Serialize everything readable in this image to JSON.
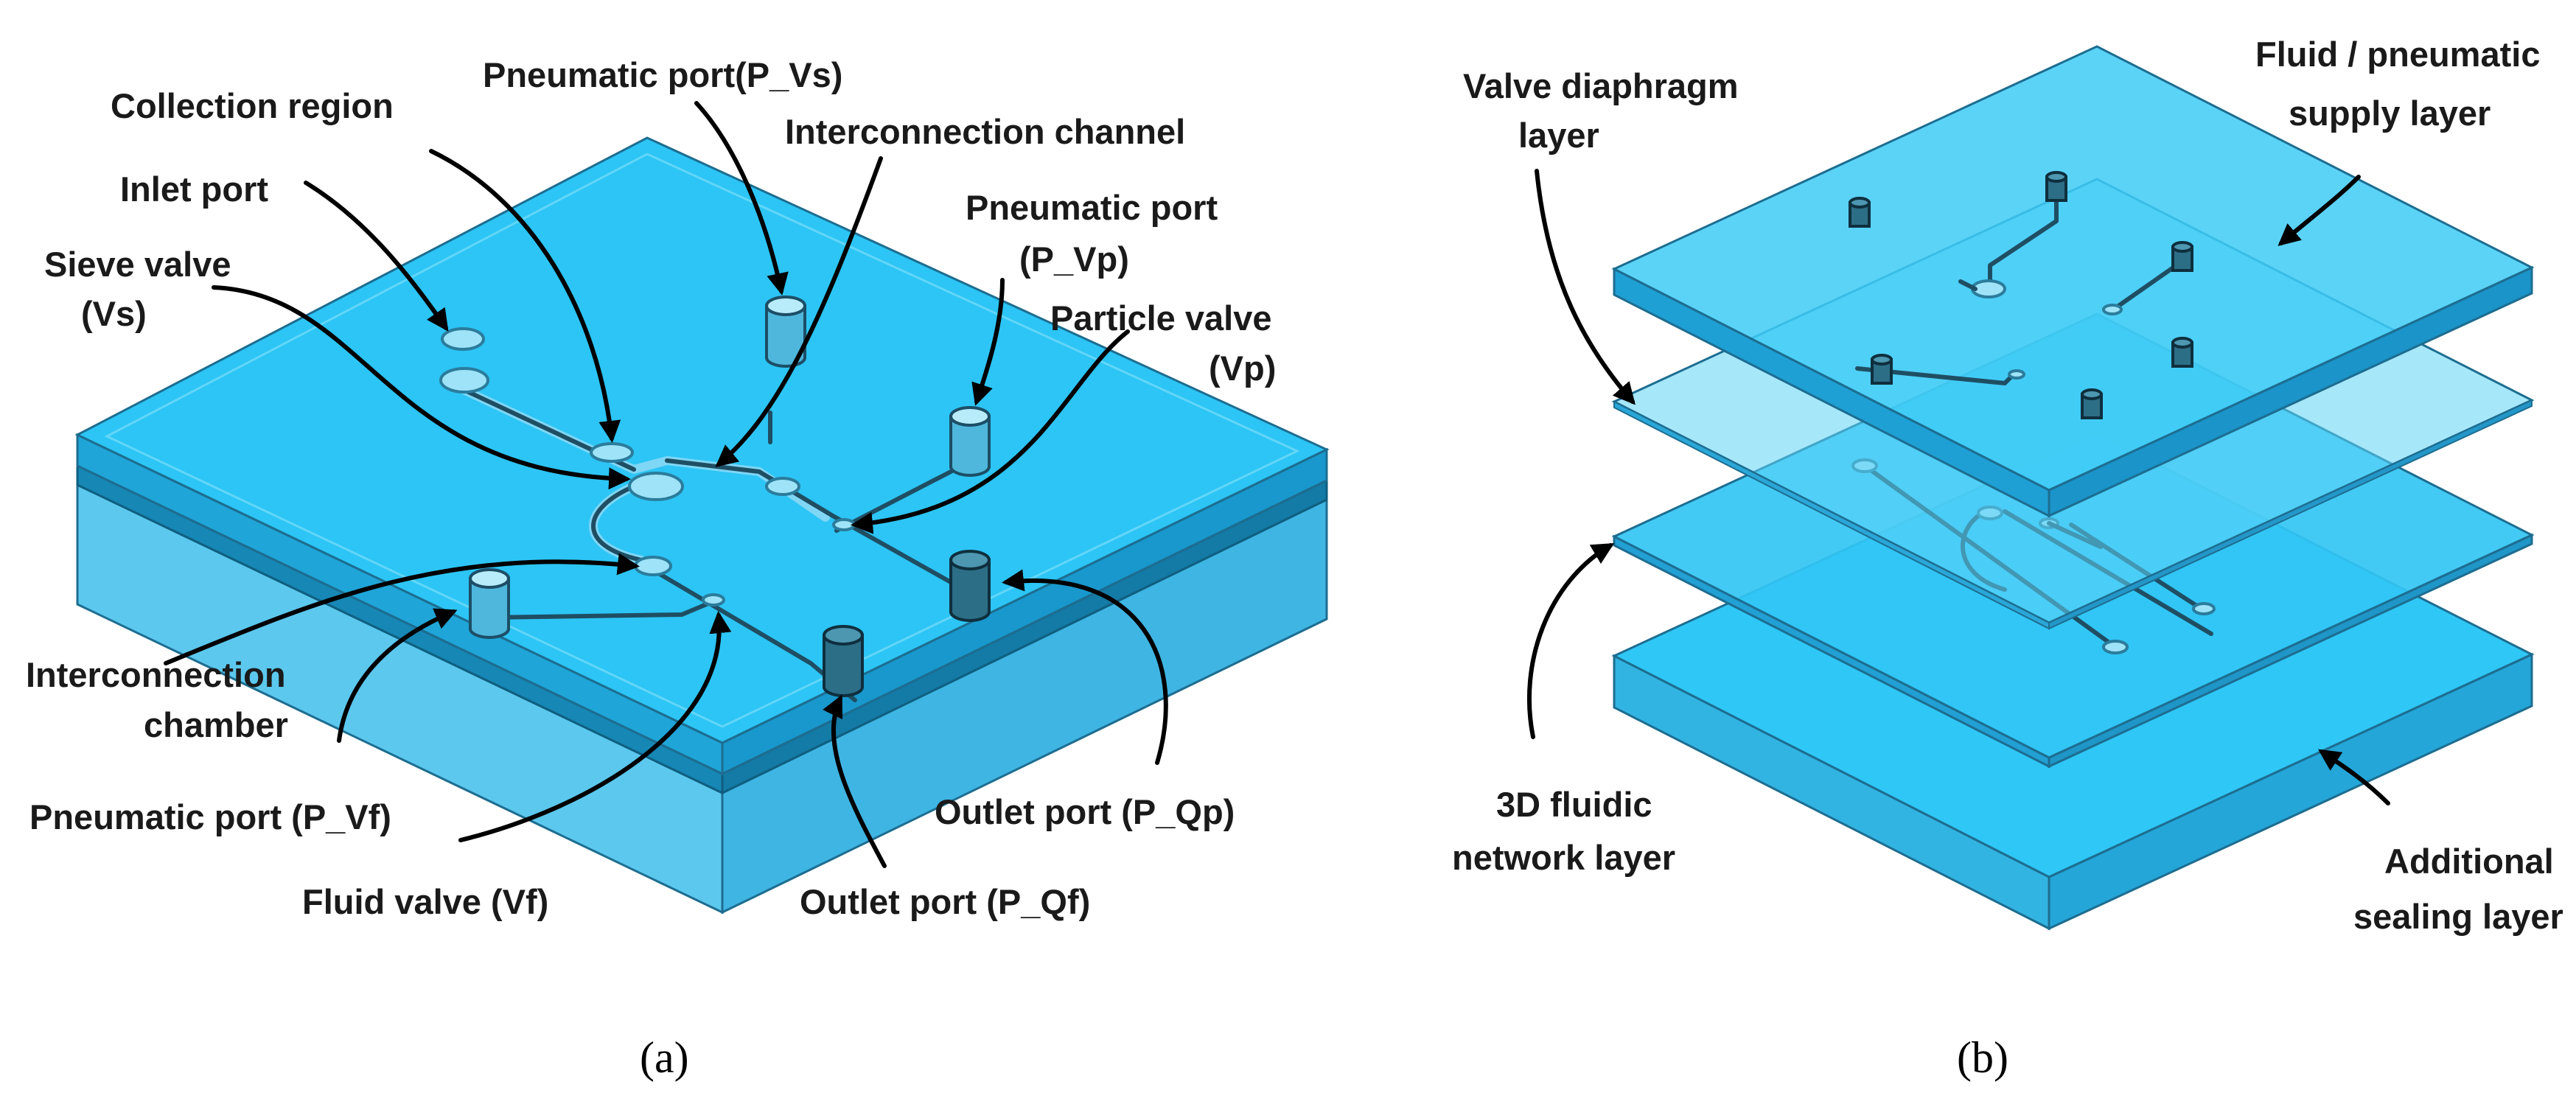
{
  "panel_a": {
    "caption": "(a)",
    "labels": {
      "collection_region": "Collection region",
      "pneumatic_port_vs": "Pneumatic port(P_Vs)",
      "interconnection_channel": "Interconnection channel",
      "inlet_port": "Inlet port",
      "pneumatic_port_vp_line1": "Pneumatic port",
      "pneumatic_port_vp_line2": "(P_Vp)",
      "sieve_valve_line1": "Sieve valve",
      "sieve_valve_line2": "(Vs)",
      "particle_valve_line1": "Particle valve",
      "particle_valve_line2": "(Vp)",
      "interconnection_chamber_line1": "Interconnection",
      "interconnection_chamber_line2": "chamber",
      "pneumatic_port_vf": "Pneumatic port (P_Vf)",
      "outlet_port_qp": "Outlet port (P_Qp)",
      "fluid_valve": "Fluid valve (Vf)",
      "outlet_port_qf": "Outlet port (P_Qf)"
    }
  },
  "panel_b": {
    "caption": "(b)",
    "labels": {
      "valve_diaphragm_line1": "Valve diaphragm",
      "valve_diaphragm_line2": "layer",
      "supply_line1": "Fluid / pneumatic",
      "supply_line2": "supply layer",
      "fluidic_network_line1": "3D fluidic",
      "fluidic_network_line2": "network layer",
      "sealing_line1": "Additional",
      "sealing_line2": "sealing layer"
    }
  },
  "colors": {
    "chip_top": "#29c4f5",
    "chip_side_light": "#6fd0ef",
    "chip_side_dark": "#1f96c6",
    "edge": "#1d6d90",
    "channel": "#1f4e63"
  }
}
